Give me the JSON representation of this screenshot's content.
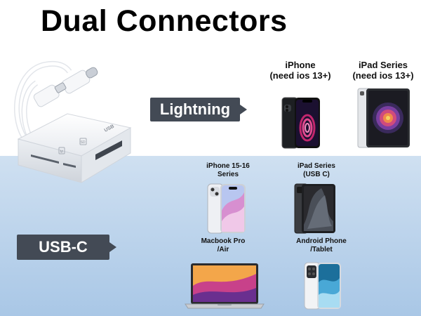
{
  "title": "Dual Connectors",
  "lightning_section": {
    "tag": "Lightning",
    "devices": [
      {
        "line1": "iPhone",
        "line2": "(need ios 13+)"
      },
      {
        "line1": "iPad Series",
        "line2": "(need ios 13+)"
      }
    ]
  },
  "usbc_section": {
    "tag": "USB-C",
    "devices": [
      {
        "line1": "iPhone 15-16",
        "line2": "Series"
      },
      {
        "line1": "iPad Series",
        "line2": "(USB C)"
      },
      {
        "line1": "Macbook Pro",
        "line2": "/Air"
      },
      {
        "line1": "Android Phone",
        "line2": "/Tablet"
      }
    ]
  },
  "adapter": {
    "port_label": "USB",
    "slot_labels": [
      "M",
      "SD"
    ]
  },
  "colors": {
    "tag_bg": "#434a55",
    "background_bottom": "#a9c7e6",
    "title": "#000000"
  },
  "icons": [
    "card-reader-adapter-icon",
    "iphone-icon",
    "ipad-icon",
    "iphone-15-icon",
    "ipad-pro-icon",
    "macbook-icon",
    "android-phone-icon"
  ]
}
